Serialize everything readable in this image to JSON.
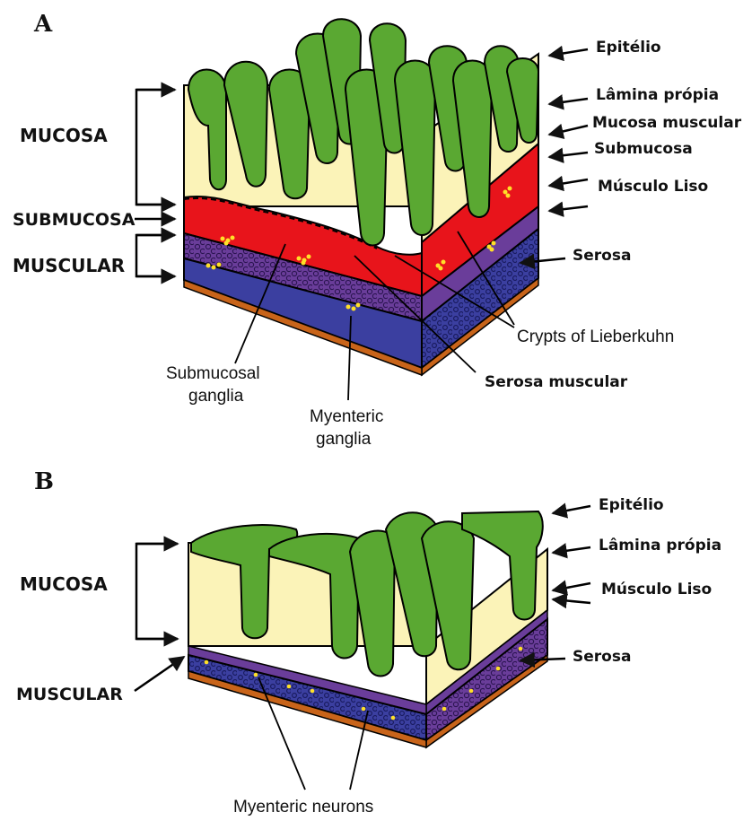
{
  "panel_a": {
    "letter": "A",
    "left_labels": {
      "mucosa": "MUCOSA",
      "submucosa": "SUBMUCOSA",
      "muscular": "MUSCULAR"
    },
    "right_labels": {
      "epitelio": "Epitélio",
      "lamina_propria": "Lâmina própia",
      "mucosa_muscular": "Mucosa muscular",
      "submucosa": "Submucosa",
      "musculo_liso": "Músculo Liso",
      "serosa": "Serosa"
    },
    "annotations": {
      "crypts": "Crypts of Lieberkuhn",
      "serosa_muscular": "Serosa muscular",
      "submucosal_ganglia_line1": "Submucosal",
      "submucosal_ganglia_line2": "ganglia",
      "myenteric_ganglia_line1": "Myenteric",
      "myenteric_ganglia_line2": "ganglia"
    }
  },
  "panel_b": {
    "letter": "B",
    "left_labels": {
      "mucosa": "MUCOSA",
      "muscular": "MUSCULAR"
    },
    "right_labels": {
      "epitelio": "Epitélio",
      "lamina_propria": "Lâmina própia",
      "musculo_liso": "Músculo Liso",
      "serosa": "Serosa"
    },
    "annotations": {
      "myenteric_neurons": "Myenteric neurons"
    }
  },
  "colors": {
    "villus_green": "#5aa832",
    "lamina_cream": "#fbf3b8",
    "epithelium_cells": "#b9d9b3",
    "submucosa_red": "#e8141b",
    "muscle_purple": "#6a3d9a",
    "muscle_blue": "#3b3fa0",
    "serosa_orange": "#c8641a"
  }
}
